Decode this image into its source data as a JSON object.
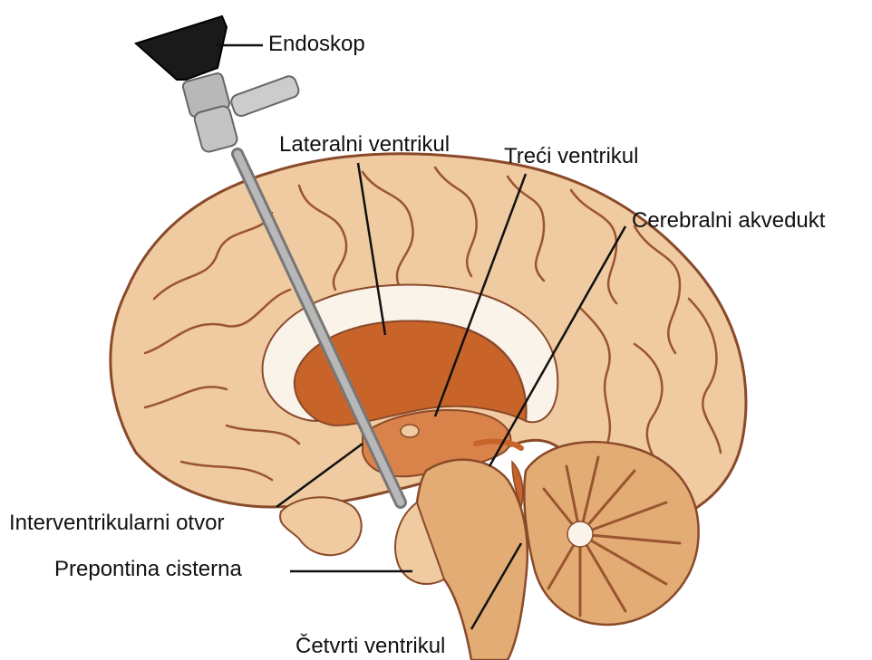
{
  "labels": {
    "endoskop": "Endoskop",
    "lateralni_ventrikul": "Lateralni ventrikul",
    "treci_ventrikul": "Treći ventrikul",
    "cerebralni_akvedukt": "Cerebralni akvedukt",
    "interventrikularni_otvor": "Interventrikularni otvor",
    "prepontina_cisterna": "Prepontina cisterna",
    "cetvrti_ventrikul": "Četvrti ventrikul"
  },
  "colors": {
    "brain_fill": "#f0caa0",
    "brain_outline": "#8a4a2a",
    "gyri_line": "#9a5530",
    "ventricle": "#c8642a",
    "ventricle_light": "#d9824a",
    "corpus_callosum": "#faf3ea",
    "brainstem": "#e2ac74",
    "cerebellum_dark": "#9a5530",
    "endoscope_metal": "#a8a8a8",
    "endoscope_black": "#1a1a1a",
    "leader_line": "#111111"
  }
}
